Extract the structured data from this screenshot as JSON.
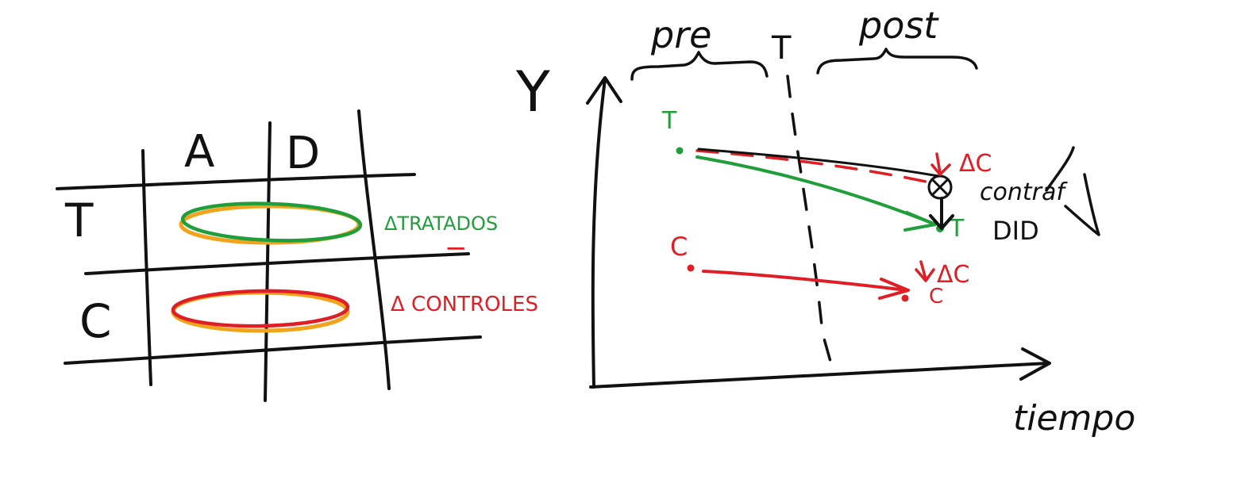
{
  "colors": {
    "ink": "#111111",
    "treated": "#1f9e3a",
    "control": "#e01e25",
    "highlight": "#f2a31c"
  },
  "table": {
    "col_a": "A",
    "col_d": "D",
    "row_t": "T",
    "row_c": "C",
    "delta_treated": "ΔTRATADOS",
    "minus": "−",
    "delta_controls": "Δ CONTROLES"
  },
  "plot": {
    "y_axis": "Y",
    "x_axis": "tiempo",
    "pre": "pre",
    "treatment": "T",
    "post": "post",
    "treated_start": "T",
    "treated_end": "T",
    "control_start": "C",
    "control_end": "C",
    "delta_c_top": "ΔC",
    "delta_c_bottom": "ΔC",
    "counterfactual": "contraf",
    "did": "DID"
  }
}
